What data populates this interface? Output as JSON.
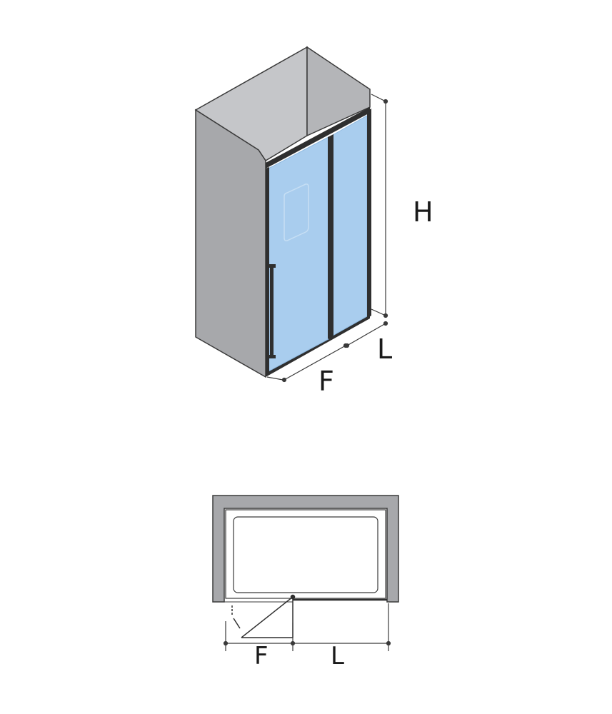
{
  "iso_view": {
    "labels": {
      "height": "H",
      "fixed_panel": "L",
      "sliding_door": "F"
    }
  },
  "plan_view": {
    "labels": {
      "sliding_door": "F",
      "fixed_panel": "L"
    }
  },
  "colors": {
    "wall": "#a7a8ab",
    "wall_top": "#c5c6c9",
    "glass": "#a9cdee",
    "glass_edge": "#8db8e0",
    "frame": "#2f2f2f",
    "line": "#3a3a3a"
  }
}
